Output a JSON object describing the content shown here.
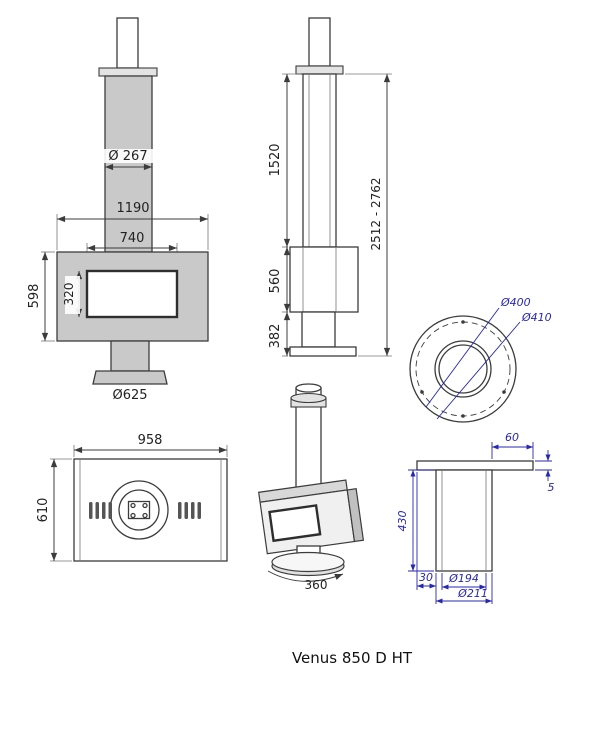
{
  "caption": "Venus 850 D HT",
  "front_view": {
    "pipe_diameter": "Ø 267",
    "overall_width": "1190",
    "inner_width": "740",
    "body_height": "598",
    "window_height": "320",
    "base_diameter": "Ø625"
  },
  "side_view": {
    "pipe_height": "1520",
    "body_height": "560",
    "base_height": "382",
    "total_height_range": "2512 - 2762"
  },
  "flange_view": {
    "inner_circle_diameter": "Ø400",
    "outer_circle_diameter": "Ø410"
  },
  "plan_view": {
    "width": "958",
    "depth": "610"
  },
  "perspective_view": {
    "rotation": "360"
  },
  "mount_detail": {
    "top_overhang": "60",
    "plate_thickness": "5",
    "pipe_length": "430",
    "bottom_offset": "30",
    "inner_diameter": "Ø194",
    "outer_diameter": "Ø211"
  },
  "colors": {
    "line": "#3c3c3c",
    "body_fill": "#c9c9c9",
    "dim_blue": "#2727b3"
  }
}
